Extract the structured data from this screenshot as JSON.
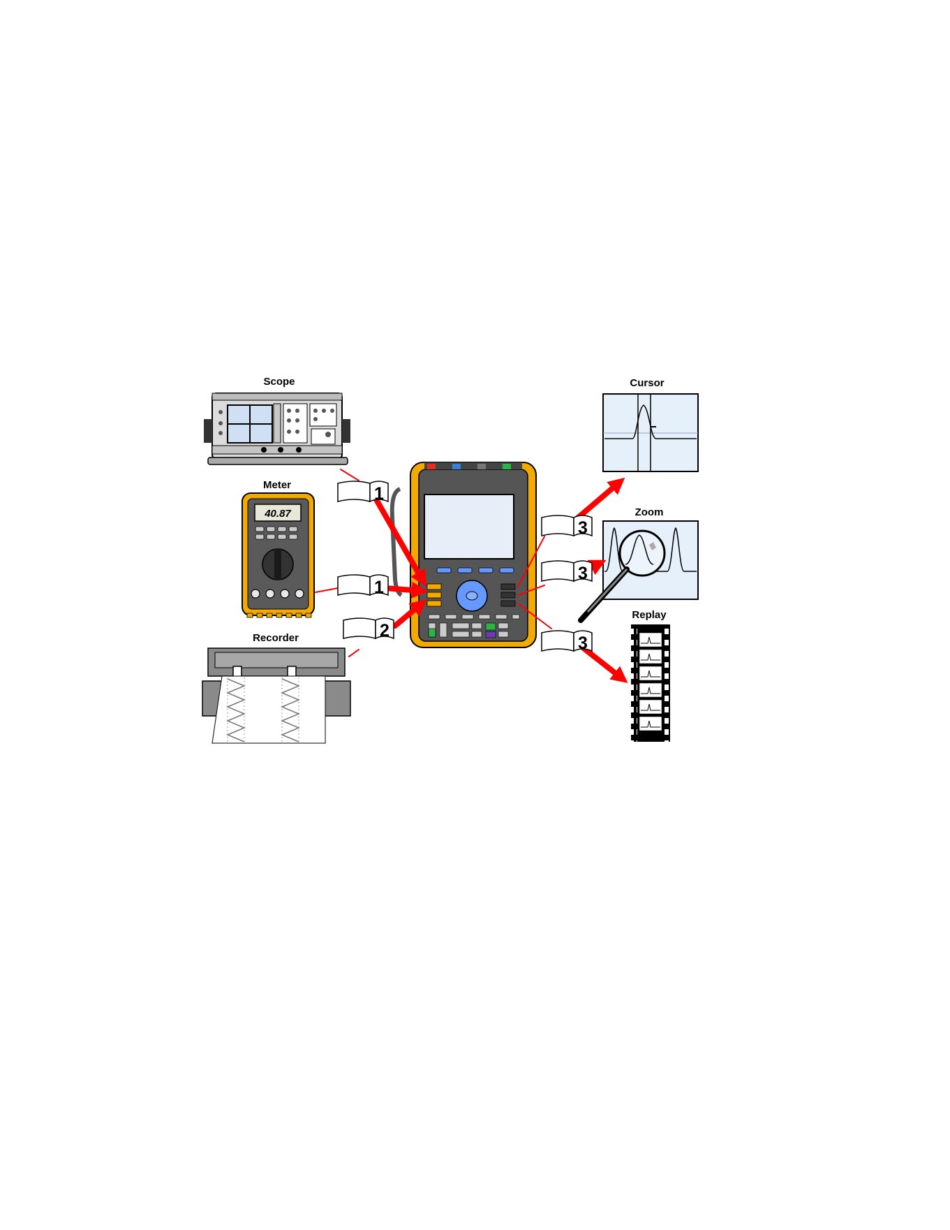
{
  "labels": {
    "scope": "Scope",
    "meter": "Meter",
    "recorder": "Recorder",
    "cursor": "Cursor",
    "zoom": "Zoom",
    "replay": "Replay"
  },
  "meter_display": "40.87",
  "callouts": {
    "scope_mode": "1",
    "meter_mode": "1",
    "recorder_mode": "2",
    "cursor_fn": "3",
    "zoom_fn": "3",
    "replay_fn": "3"
  },
  "colors": {
    "arrow": "#ff0000",
    "holster": "#f2a900",
    "body": "#555555",
    "screen": "#e7eef8",
    "key_blue": "#6699ff",
    "graph_bg": "#e6f0fa",
    "probe_red": "#e03020",
    "probe_blue": "#3a7fd0",
    "probe_gray": "#777777",
    "probe_green": "#2db34a"
  }
}
